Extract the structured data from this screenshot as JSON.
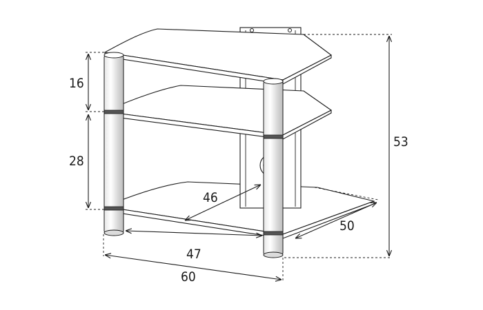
{
  "diagram": {
    "dimensions": {
      "shelf_gap_top": "16",
      "shelf_gap_bottom": "28",
      "total_height": "53",
      "inner_depth": "46",
      "depth": "50",
      "inner_width": "47",
      "total_width": "60"
    }
  }
}
